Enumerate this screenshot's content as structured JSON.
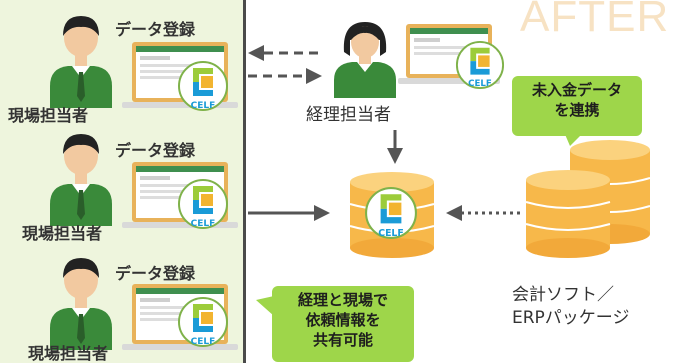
{
  "watermark": "AFTER",
  "left_panel": {
    "rows": [
      {
        "caption": "データ登録",
        "person_label": "現場担当者"
      },
      {
        "caption": "データ登録",
        "person_label": "現場担当者"
      },
      {
        "caption": "データ登録",
        "person_label": "現場担当者"
      }
    ]
  },
  "accounting": {
    "person_label": "経理担当者"
  },
  "callout_unpaid": {
    "line1": "未入金データ",
    "line2": "を連携"
  },
  "callout_share": {
    "line1": "経理と現場で",
    "line2": "依頼情報を",
    "line3": "共有可能"
  },
  "software": {
    "line1": "会計ソフト／",
    "line2": "ERPパッケージ"
  },
  "logo_text": "CELF",
  "colors": {
    "panel_bg": "#eef5dd",
    "callout_green": "#9ed64a",
    "db_orange": "#f7b84a",
    "shirt_green": "#3a8a3a",
    "logo_green": "#9ccc3a",
    "logo_blue": "#1a9bd7"
  },
  "icons": [
    "person-icon",
    "laptop-icon",
    "celf-logo-icon",
    "database-icon",
    "arrow-icon"
  ]
}
